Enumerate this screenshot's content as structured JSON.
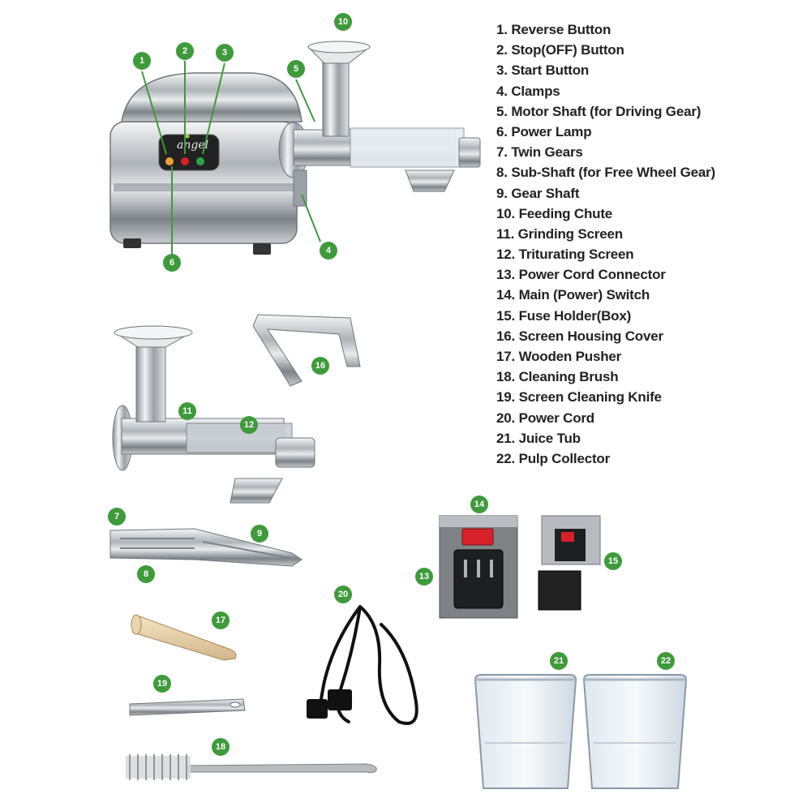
{
  "parts": [
    {
      "num": "1.",
      "name": "Reverse Button"
    },
    {
      "num": "2.",
      "name": "Stop(OFF) Button"
    },
    {
      "num": "3.",
      "name": "Start Button"
    },
    {
      "num": "4.",
      "name": "Clamps"
    },
    {
      "num": "5.",
      "name": "Motor Shaft (for Driving Gear)"
    },
    {
      "num": "6.",
      "name": "Power Lamp"
    },
    {
      "num": "7.",
      "name": "Twin Gears"
    },
    {
      "num": "8.",
      "name": "Sub-Shaft (for Free Wheel Gear)"
    },
    {
      "num": "9.",
      "name": "Gear Shaft"
    },
    {
      "num": "10.",
      "name": "Feeding Chute"
    },
    {
      "num": "11.",
      "name": "Grinding Screen"
    },
    {
      "num": "12.",
      "name": "Triturating Screen"
    },
    {
      "num": "13.",
      "name": "Power Cord Connector"
    },
    {
      "num": "14.",
      "name": "Main (Power) Switch"
    },
    {
      "num": "15.",
      "name": "Fuse Holder(Box)"
    },
    {
      "num": "16.",
      "name": "Screen Housing Cover"
    },
    {
      "num": "17.",
      "name": "Wooden Pusher"
    },
    {
      "num": "18.",
      "name": "Cleaning Brush"
    },
    {
      "num": "19.",
      "name": "Screen Cleaning Knife"
    },
    {
      "num": "20.",
      "name": "Power Cord"
    },
    {
      "num": "21.",
      "name": "Juice Tub"
    },
    {
      "num": "22.",
      "name": "Pulp Collector"
    }
  ],
  "badges": {
    "b1": "1",
    "b2": "2",
    "b3": "3",
    "b4": "4",
    "b5": "5",
    "b6": "6",
    "b7": "7",
    "b8": "8",
    "b9": "9",
    "b10": "10",
    "b11": "11",
    "b12": "12",
    "b13": "13",
    "b14": "14",
    "b15": "15",
    "b16": "16",
    "b17": "17",
    "b18": "18",
    "b19": "19",
    "b20": "20",
    "b21": "21",
    "b22": "22"
  },
  "brand": {
    "logo": "angel"
  },
  "colors": {
    "badge": "#3f9a3b",
    "text": "#222222",
    "chrome": "#c9ccd0",
    "switch": "#d8202a"
  }
}
